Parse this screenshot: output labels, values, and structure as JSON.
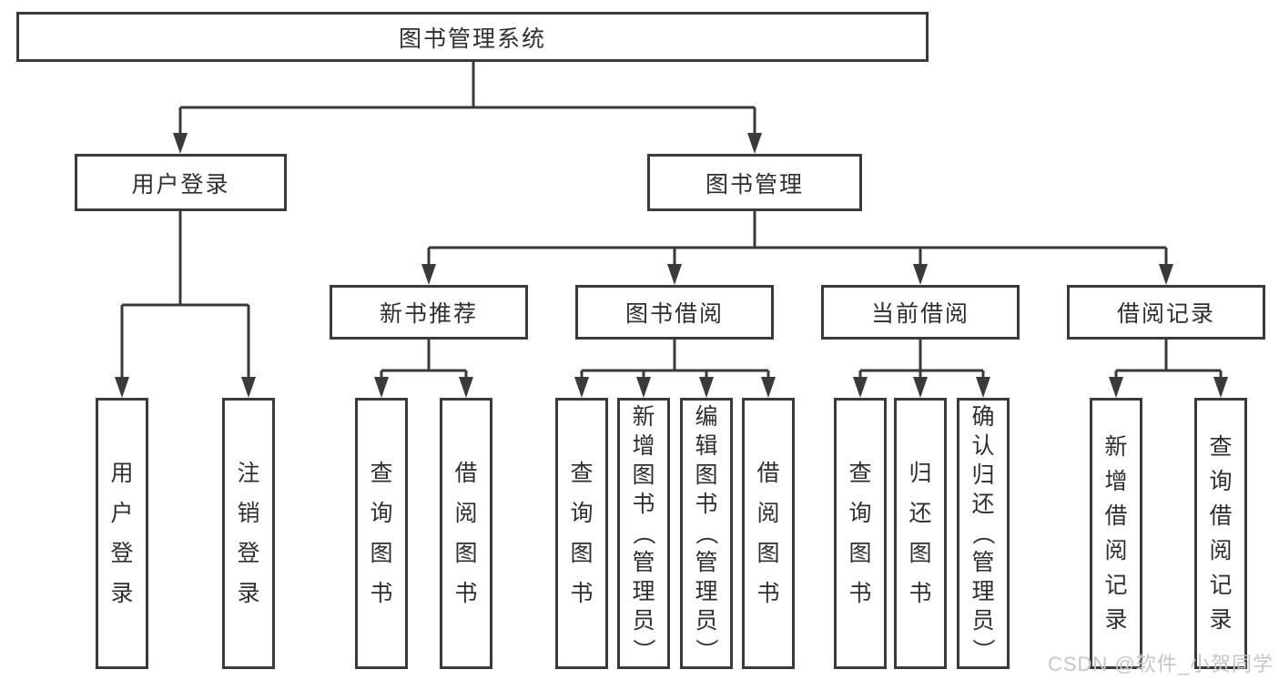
{
  "tree": {
    "label": "图书管理系统",
    "children": [
      {
        "label": "用户登录",
        "children": [
          {
            "label": "用户登录"
          },
          {
            "label": "注销登录"
          }
        ]
      },
      {
        "label": "图书管理",
        "children": [
          {
            "label": "新书推荐",
            "children": [
              {
                "label": "查询图书"
              },
              {
                "label": "借阅图书"
              }
            ]
          },
          {
            "label": "图书借阅",
            "children": [
              {
                "label": "查询图书"
              },
              {
                "label": "新增图书（管理员）"
              },
              {
                "label": "编辑图书（管理员）"
              },
              {
                "label": "借阅图书"
              }
            ]
          },
          {
            "label": "当前借阅",
            "children": [
              {
                "label": "查询图书"
              },
              {
                "label": "归还图书"
              },
              {
                "label": "确认归还（管理员）"
              }
            ]
          },
          {
            "label": "借阅记录",
            "children": [
              {
                "label": "新增借阅记录"
              },
              {
                "label": "查询借阅记录"
              }
            ]
          }
        ]
      }
    ]
  },
  "watermark": {
    "text": "CSDN @软件_小贺同学"
  },
  "colors": {
    "border": "#3a3a3a",
    "text": "#2f2f2f",
    "background": "#ffffff",
    "watermark": "#c6c6c6"
  }
}
